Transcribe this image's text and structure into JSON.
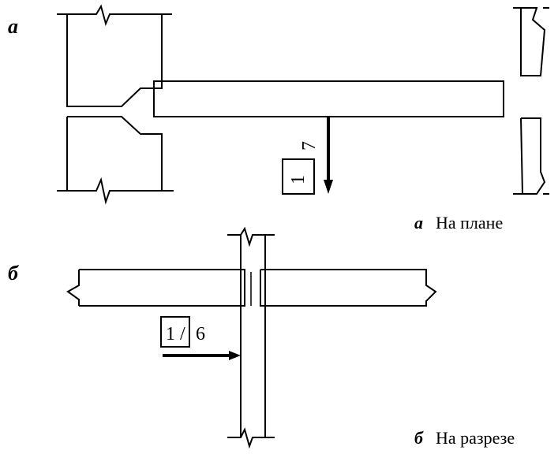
{
  "panel_a": {
    "letter": "а",
    "caption_letter": "а",
    "caption_text": "На плане",
    "mark_left": "1",
    "mark_right": "7"
  },
  "panel_b": {
    "letter": "б",
    "caption_letter": "б",
    "caption_text": "На разрезе",
    "mark_left": "1",
    "mark_sep": "/",
    "mark_right": "6"
  }
}
